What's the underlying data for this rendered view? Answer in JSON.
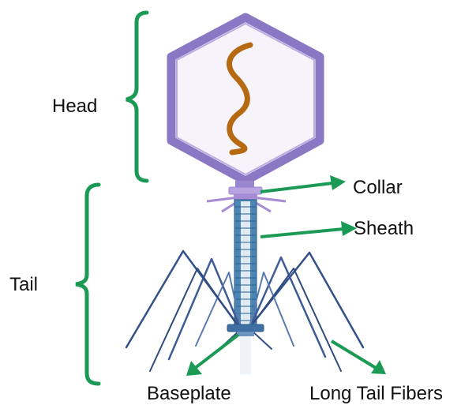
{
  "labels": {
    "head": "Head",
    "tail": "Tail",
    "collar": "Collar",
    "sheath": "Sheath",
    "baseplate": "Baseplate",
    "long_tail_fibers": "Long Tail Fibers"
  },
  "colors": {
    "annotation": "#1a9a55",
    "capsid_outline": "#8a78c4",
    "capsid_fill": "#f6f3fb",
    "dna": "#b56a12",
    "collar": "#a78bd4",
    "sheath": "#4a86b5",
    "fibers": "#34508a",
    "text": "#111111"
  }
}
